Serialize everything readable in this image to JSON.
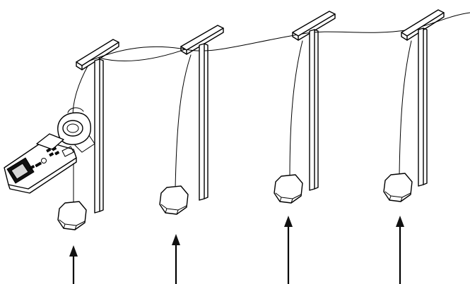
{
  "diagram": {
    "pole_count": 4,
    "electrode_count": 4,
    "arrow_count": 4,
    "colors": {
      "ink": "#000000",
      "background": "#ffffff",
      "meter_display": "#111111"
    },
    "icons": [
      "clamp-meter-icon",
      "utility-pole-icon",
      "ground-electrode-icon",
      "upward-arrow-icon"
    ]
  }
}
